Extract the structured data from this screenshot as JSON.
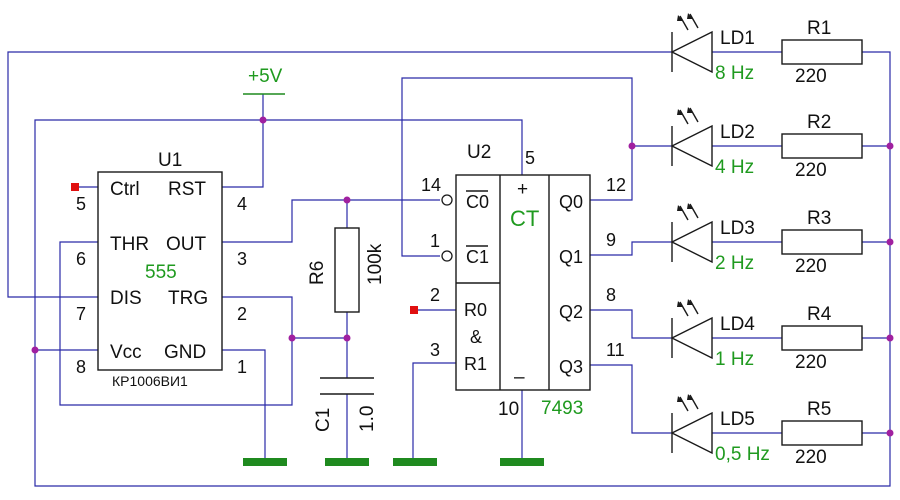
{
  "u1": {
    "ref": "U1",
    "type": "555",
    "part": "КР1006ВИ1",
    "pins": {
      "ctrl_name": "Ctrl",
      "ctrl_num": "5",
      "rst_name": "RST",
      "rst_num": "4",
      "thr_name": "THR",
      "out_name": "OUT",
      "out_num": "3",
      "thr_num": "6",
      "dis_name": "DIS",
      "trg_name": "TRG",
      "trg_num": "2",
      "dis_num": "7",
      "vcc_name": "Vcc",
      "gnd_name": "GND",
      "vcc_num": "8",
      "gnd_num": "1"
    }
  },
  "u2": {
    "ref": "U2",
    "type": "7493",
    "ct_label": "CT",
    "plus": "+",
    "minus": "–",
    "vcc_num": "5",
    "gnd_num": "10",
    "c0": "C0",
    "c0_num": "14",
    "c1": "C1",
    "c1_num": "1",
    "r0": "R0",
    "r0_num": "2",
    "amp": "&",
    "r1": "R1",
    "r1_num": "3",
    "q0": "Q0",
    "q0_num": "12",
    "q1": "Q1",
    "q1_num": "9",
    "q2": "Q2",
    "q2_num": "8",
    "q3": "Q3",
    "q3_num": "11"
  },
  "supply": {
    "label": "+5V"
  },
  "r6": {
    "ref": "R6",
    "value": "100k"
  },
  "c1": {
    "ref": "C1",
    "value": "1.0"
  },
  "leds": [
    {
      "ref": "LD1",
      "freq": "8 Hz",
      "res": "R1",
      "res_value": "220"
    },
    {
      "ref": "LD2",
      "freq": "4 Hz",
      "res": "R2",
      "res_value": "220"
    },
    {
      "ref": "LD3",
      "freq": "2 Hz",
      "res": "R3",
      "res_value": "220"
    },
    {
      "ref": "LD4",
      "freq": "1 Hz",
      "res": "R4",
      "res_value": "220"
    },
    {
      "ref": "LD5",
      "freq": "0,5 Hz",
      "res": "R5",
      "res_value": "220"
    }
  ],
  "colors": {
    "wire": "#2a2aa8",
    "ground": "#1f8a1f",
    "label_green": "#1f9a1f",
    "junction": "#a020a0",
    "pin_marker": "#e01010"
  }
}
